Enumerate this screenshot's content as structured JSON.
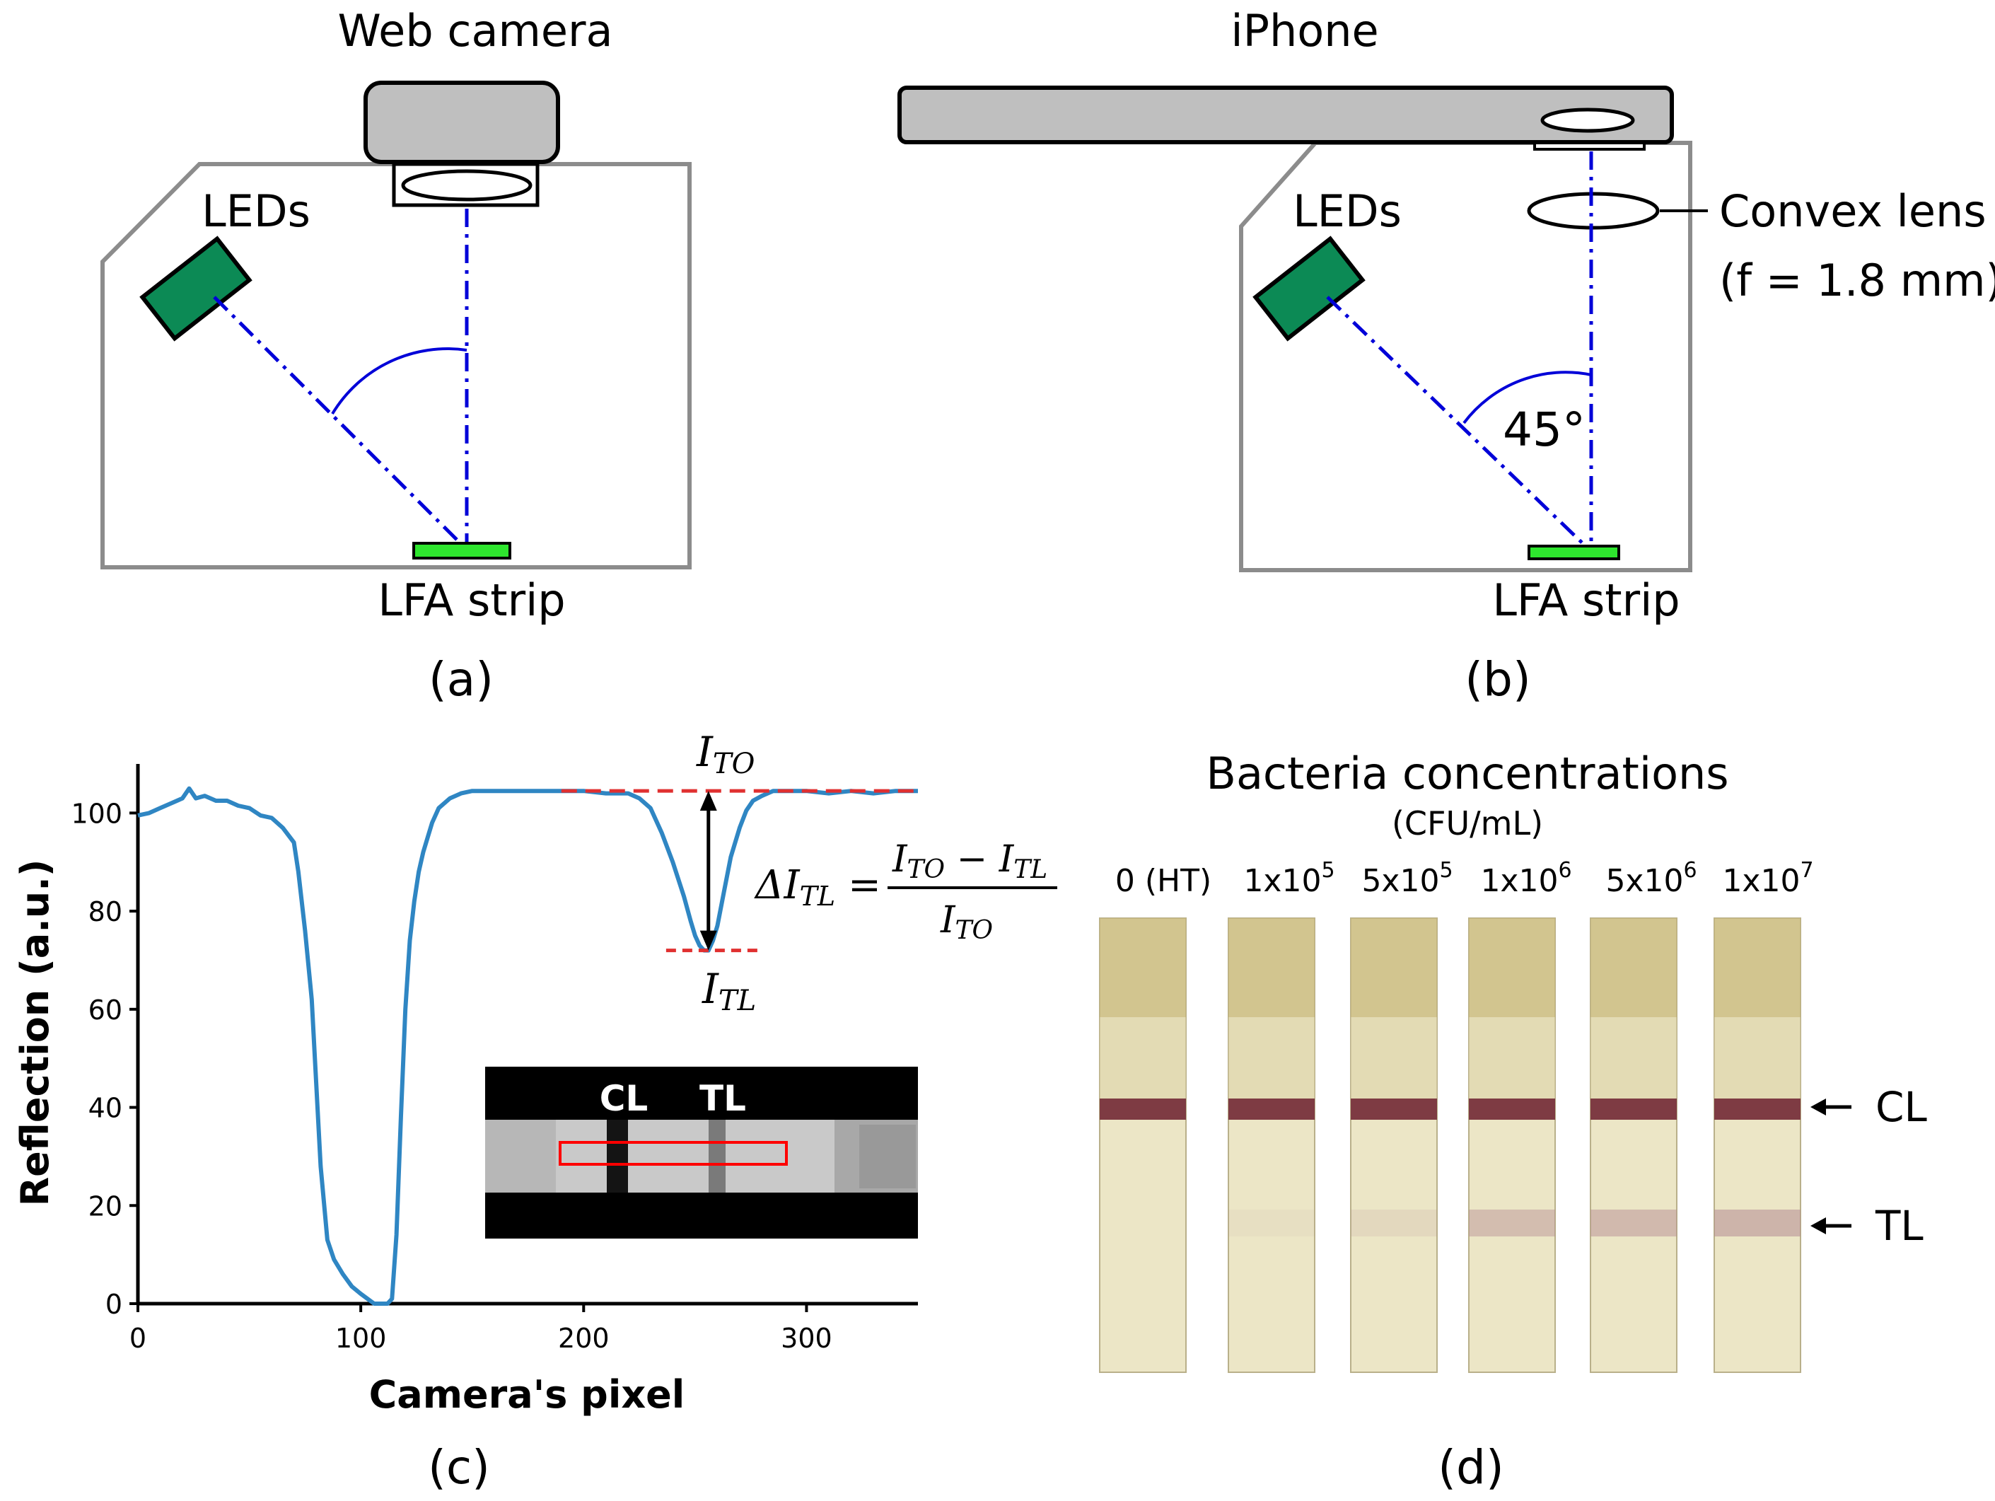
{
  "panel_a": {
    "camera_label": "Web camera",
    "leds_label": "LEDs",
    "strip_label": "LFA strip",
    "caption": "(a)"
  },
  "panel_b": {
    "phone_label": "iPhone",
    "leds_label": "LEDs",
    "lens_label": "Convex lens",
    "lens_focal": "(f = 1.8 mm)",
    "angle_label": "45°",
    "strip_label": "LFA strip",
    "caption": "(b)"
  },
  "panel_c": {
    "caption": "(c)",
    "i_to": "TO",
    "i_tl": "TL",
    "delta_label": "ΔI",
    "inset_cl": "CL",
    "inset_tl": "TL"
  },
  "panel_d": {
    "caption": "(d)",
    "title": "Bacteria concentrations",
    "unit": "(CFU/mL)",
    "concentrations": [
      {
        "base": "0 (HT)",
        "exp": ""
      },
      {
        "base": "1x10",
        "exp": "5"
      },
      {
        "base": "5x10",
        "exp": "5"
      },
      {
        "base": "1x10",
        "exp": "6"
      },
      {
        "base": "5x10",
        "exp": "6"
      },
      {
        "base": "1x10",
        "exp": "7"
      }
    ],
    "cl_label": "CL",
    "tl_label": "TL",
    "tl_intensity": [
      0.0,
      0.08,
      0.15,
      0.45,
      0.5,
      0.55
    ],
    "colors": {
      "strip": "#ece6c6",
      "strip_top": "#c9ba7c",
      "cl_band": "#7e3b43",
      "tl_band": "#b58b93"
    }
  },
  "chart_data": {
    "type": "line",
    "xlabel": "Camera's pixel",
    "ylabel": "Reflection (a.u.)",
    "xlim": [
      0,
      350
    ],
    "ylim": [
      0,
      110
    ],
    "xticks": [
      0,
      100,
      200,
      300
    ],
    "yticks": [
      0,
      20,
      40,
      60,
      80,
      100
    ],
    "line_color": "#2f86c3",
    "series": [
      {
        "x": [
          0,
          5,
          10,
          15,
          20,
          23,
          26,
          30,
          35,
          40,
          45,
          50,
          55,
          60,
          65,
          70,
          72,
          75,
          78,
          80,
          82,
          85,
          88,
          92,
          96,
          100,
          103,
          106,
          108,
          110,
          112,
          114,
          116,
          118,
          120,
          122,
          124,
          126,
          128,
          130,
          132,
          135,
          140,
          145,
          150,
          160,
          170,
          180,
          190,
          200,
          210,
          220,
          225,
          230,
          235,
          240,
          245,
          248,
          250,
          252,
          254,
          256,
          258,
          260,
          263,
          266,
          270,
          273,
          276,
          280,
          285,
          290,
          300,
          310,
          320,
          330,
          340,
          350
        ],
        "y": [
          99.5,
          100,
          101,
          102,
          103,
          105,
          103,
          103.5,
          102.5,
          102.5,
          101.5,
          101,
          99.5,
          99,
          97,
          94,
          88,
          76,
          62,
          45,
          28,
          13,
          9,
          6,
          3.5,
          2,
          1,
          0,
          0,
          0,
          0,
          1,
          14,
          38,
          60,
          74,
          82,
          88,
          92,
          95,
          98,
          101,
          103,
          104,
          104.5,
          104.5,
          104.5,
          104.5,
          104.5,
          104.5,
          104,
          104,
          103,
          101,
          96,
          90,
          83,
          78,
          75,
          73,
          72,
          72,
          74,
          77,
          84,
          91,
          97,
          100.5,
          102.5,
          103.5,
          104.5,
          104.5,
          104.5,
          104,
          104.5,
          104,
          104.5,
          104.5
        ]
      }
    ],
    "annotations": {
      "i_to_level": 104.5,
      "i_tl_level": 72,
      "arrow_x": 256
    }
  }
}
